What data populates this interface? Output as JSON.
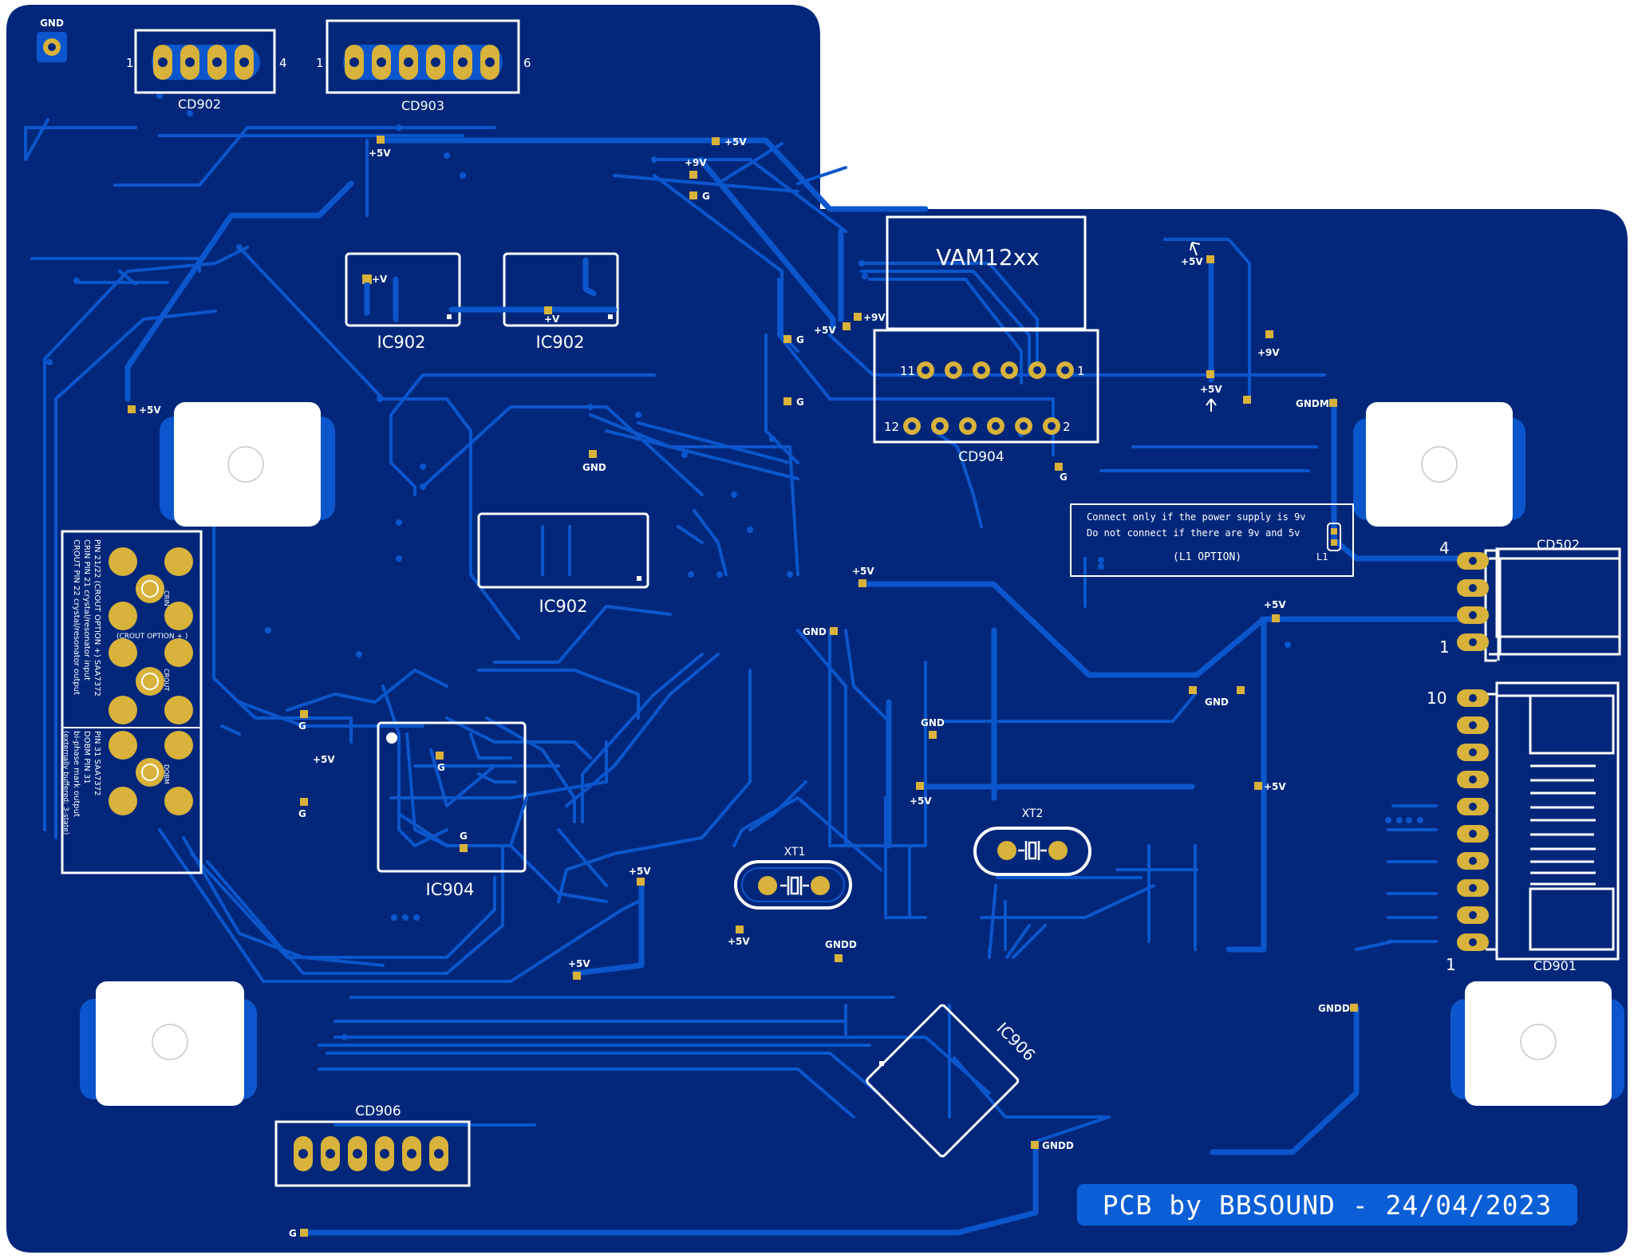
{
  "colors": {
    "board": "#02277a",
    "trace": "#0b56cc",
    "silkscreen": "#ffffff",
    "pad_gold": "#d8b23a",
    "footer_bg": "#0a5fd6"
  },
  "footer": {
    "text": "PCB by BBSOUND - 24/04/2023"
  },
  "components": {
    "cd902": {
      "ref": "CD902",
      "pin_first": "1",
      "pin_last": "4"
    },
    "cd903": {
      "ref": "CD903",
      "pin_first": "1",
      "pin_last": "6"
    },
    "cd904": {
      "ref": "CD904",
      "pin_tl": "11",
      "pin_tr": "1",
      "pin_bl": "12",
      "pin_br": "2"
    },
    "vam": {
      "label": "VAM12xx"
    },
    "ic902_a": {
      "ref": "IC902"
    },
    "ic902_b": {
      "ref": "IC902"
    },
    "ic902_c": {
      "ref": "IC902"
    },
    "ic904": {
      "ref": "IC904"
    },
    "ic906": {
      "ref": "IC906"
    },
    "xt1": {
      "ref": "XT1"
    },
    "xt2": {
      "ref": "XT2"
    },
    "cd502": {
      "ref": "CD502",
      "pin_first": "4",
      "pin_last": "1"
    },
    "cd901": {
      "ref": "CD901",
      "pin_first": "10",
      "pin_last": "1"
    },
    "cd906": {
      "ref": "CD906"
    },
    "gnd_pad": {
      "label": "GND"
    }
  },
  "note": {
    "line1": "Connect only if the power supply is 9v",
    "line2": "Do not connect if there are 9v and 5v",
    "line3": "(L1 OPTION)",
    "l1": "L1"
  },
  "side_note": {
    "line1": "PIN 21/22 (CROUT OPTION +)  SAA7372",
    "line2": "CRIN PIN 21 crystal/resonator input",
    "line3": "CROUT PIN 22 crystal/resonator output",
    "line4": "PIN 31 SAA7372",
    "line5": "DOBM PIN 31",
    "line6": "bi-phase mark output",
    "line7": "(externally buffered; 3-state)",
    "crin": "CRIN",
    "crout": "CROUT",
    "dobm": "DOBM",
    "crout_option": "(CROUT OPTION + )"
  },
  "net_labels": [
    {
      "id": "p5v_a",
      "text": "+5V"
    },
    {
      "id": "p5v_b",
      "text": "+5V"
    },
    {
      "id": "p9v_a",
      "text": "+9V"
    },
    {
      "id": "g_a",
      "text": "G"
    },
    {
      "id": "p5v_c",
      "text": "+5V"
    },
    {
      "id": "p9v_b",
      "text": "+9V"
    },
    {
      "id": "g_b",
      "text": "G"
    },
    {
      "id": "g_c",
      "text": "G"
    },
    {
      "id": "p5v_d",
      "text": "+5V"
    },
    {
      "id": "p5v_e",
      "text": "+5V"
    },
    {
      "id": "p9v_c",
      "text": "+9V"
    },
    {
      "id": "gndm",
      "text": "GNDM"
    },
    {
      "id": "g_d",
      "text": "G"
    },
    {
      "id": "gnd_a",
      "text": "GND"
    },
    {
      "id": "pv_a",
      "text": "+V"
    },
    {
      "id": "pv_b",
      "text": "+V"
    },
    {
      "id": "p5v_f",
      "text": "+5V"
    },
    {
      "id": "p5v_g",
      "text": "+5V"
    },
    {
      "id": "p5v_h",
      "text": "+5V"
    },
    {
      "id": "gnd_b",
      "text": "GND"
    },
    {
      "id": "gnd_c",
      "text": "GND"
    },
    {
      "id": "gnd_d",
      "text": "GND"
    },
    {
      "id": "p5v_i",
      "text": "+5V"
    },
    {
      "id": "p5v_j",
      "text": "+5V"
    },
    {
      "id": "p5v_k",
      "text": "+5V"
    },
    {
      "id": "g_e",
      "text": "G"
    },
    {
      "id": "g_f",
      "text": "G"
    },
    {
      "id": "g_g",
      "text": "G"
    },
    {
      "id": "g_h",
      "text": "G"
    },
    {
      "id": "p5v_l",
      "text": "+5V"
    },
    {
      "id": "p5v_m",
      "text": "+5V"
    },
    {
      "id": "p5v_n",
      "text": "+5V"
    },
    {
      "id": "gndd_a",
      "text": "GNDD"
    },
    {
      "id": "gndd_b",
      "text": "GNDD"
    },
    {
      "id": "gndd_c",
      "text": "GNDD"
    },
    {
      "id": "g_i",
      "text": "G"
    }
  ]
}
